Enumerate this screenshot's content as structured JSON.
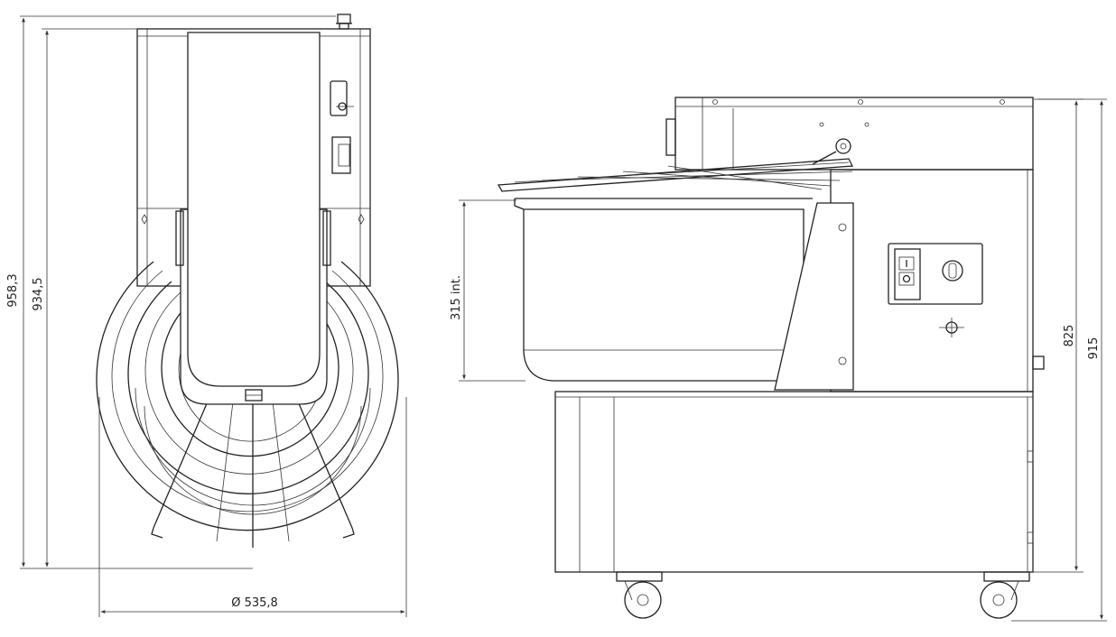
{
  "dimensions": {
    "front_height_overall": "958,3",
    "front_height_body": "934,5",
    "bowl_diameter": "Ø 535,8",
    "bowl_depth_internal": "315 int.",
    "side_height_body": "825",
    "side_height_overall": "915"
  },
  "colors": {
    "line": "#222222",
    "background": "#ffffff"
  },
  "icons": [
    "power-switch-icon",
    "rotary-knob-icon",
    "castor-wheel-icon"
  ]
}
